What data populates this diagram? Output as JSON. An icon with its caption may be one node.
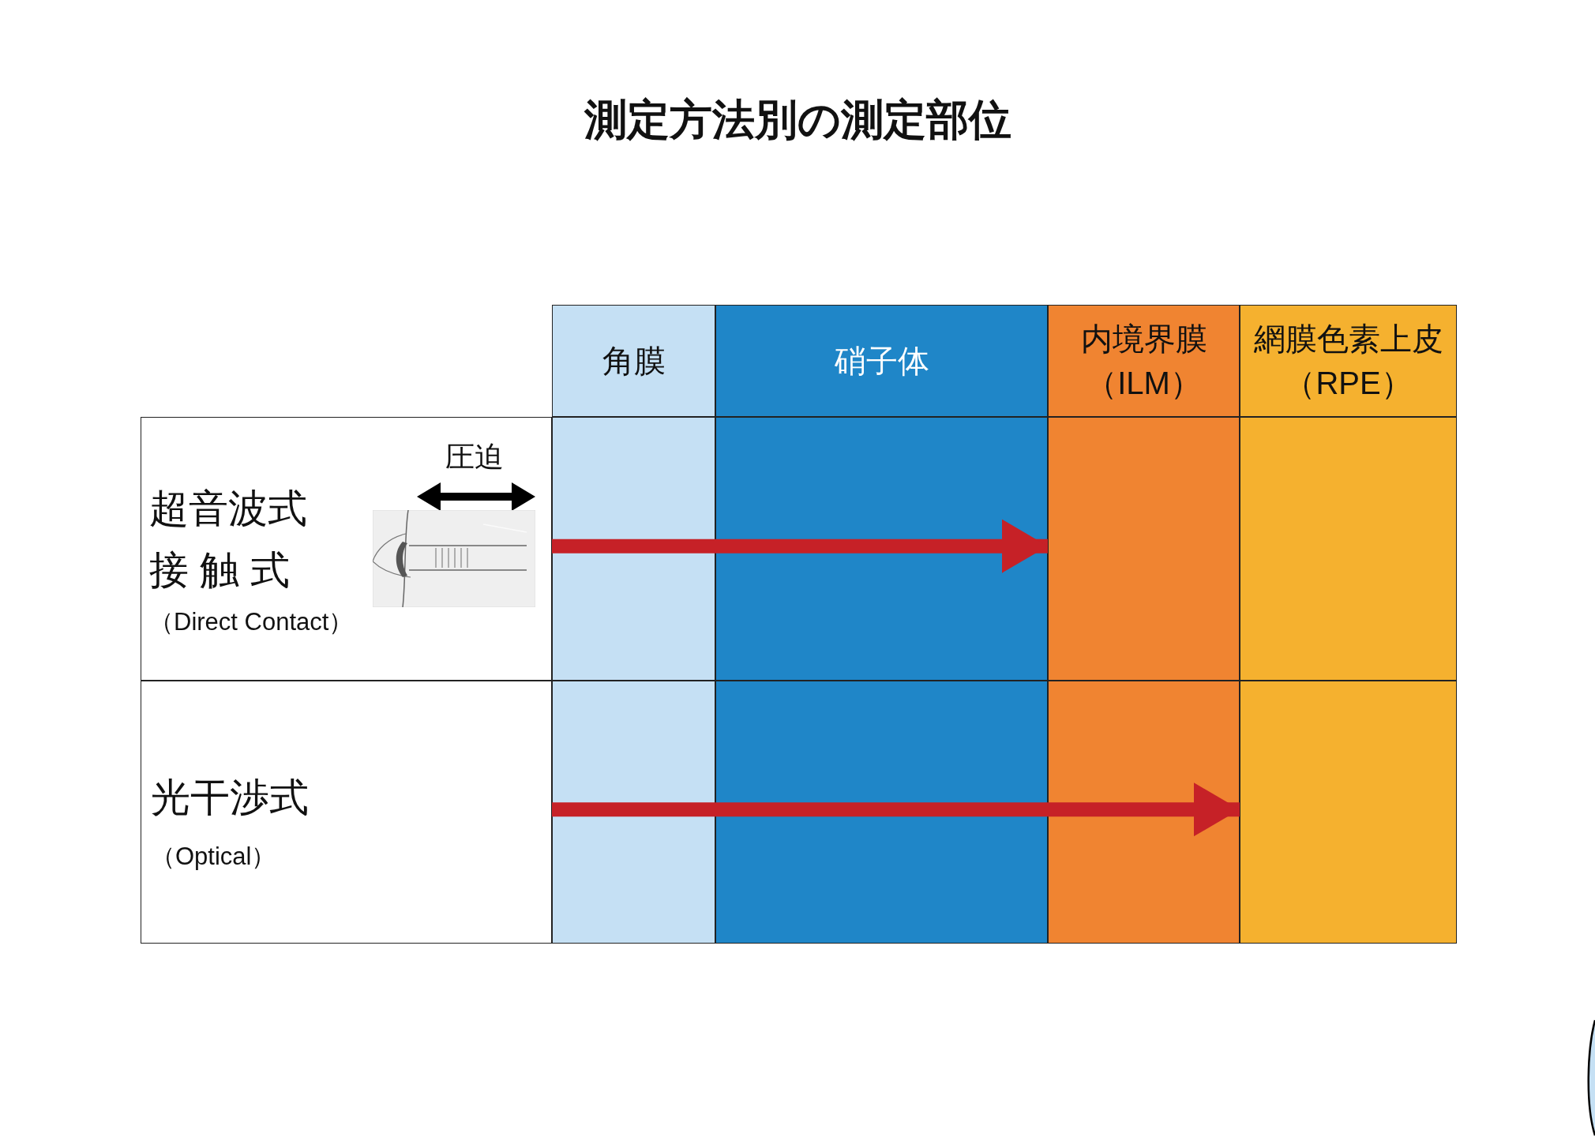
{
  "diagram": {
    "title": "測定方法別の測定部位",
    "nodes": [
      {
        "text": [
          "角膜"
        ]
      },
      {
        "text": [
          "硝子体"
        ]
      },
      {
        "text": [
          "内境界膜",
          "（ILM）"
        ]
      },
      {
        "text": [
          "網膜色素上皮",
          "（RPE）"
        ]
      },
      {
        "text": [
          "超音波式",
          "接 触 式",
          "（Direct Contact）",
          "圧迫"
        ]
      },
      {
        "text": [],
        "shape": "box"
      },
      {
        "text": [
          "光干渉式",
          "（Optical）"
        ]
      },
      {
        "text": [],
        "shape": "box"
      }
    ],
    "edges": [
      {
        "from": 4,
        "to": 5,
        "arrow": "to"
      },
      {
        "from": 6,
        "to": 7,
        "arrow": "to"
      }
    ]
  }
}
